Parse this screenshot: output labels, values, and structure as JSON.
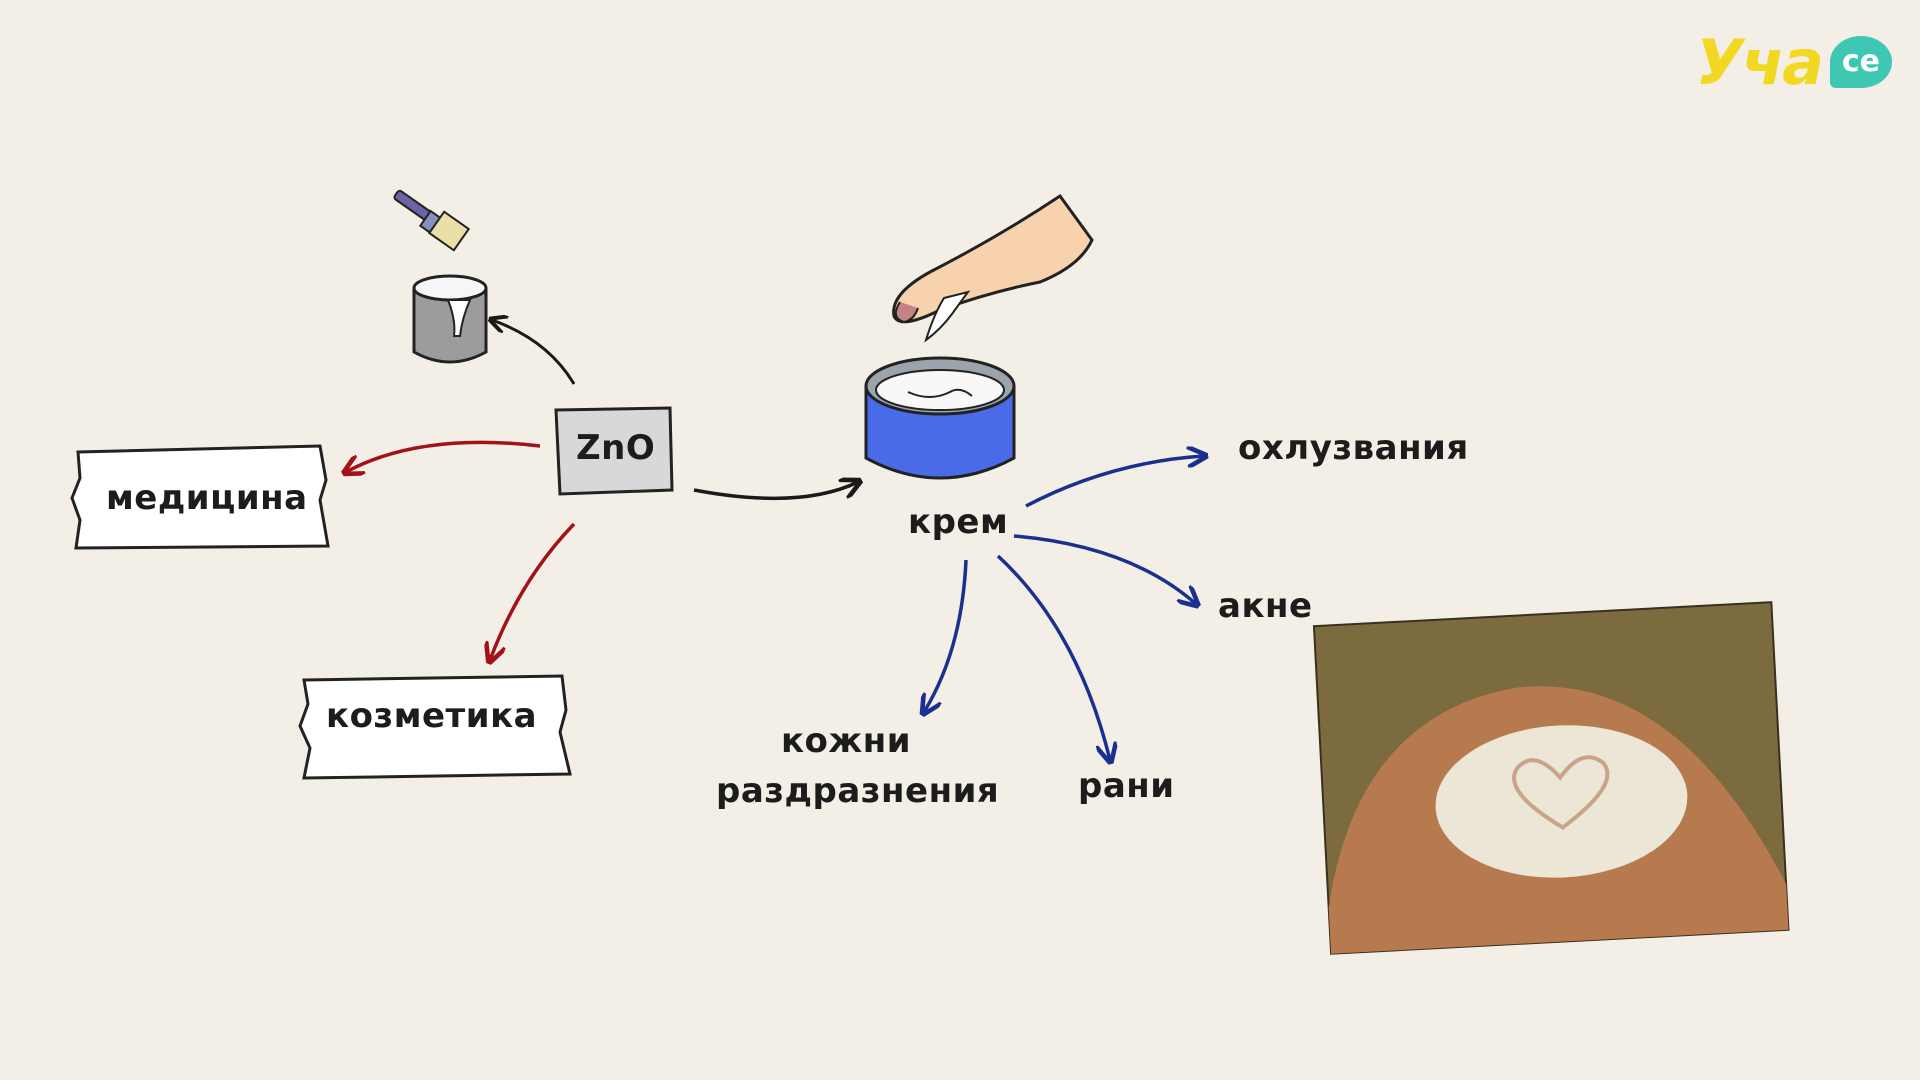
{
  "brand": {
    "logo_main": "Уча",
    "logo_suffix": "се"
  },
  "center_node": {
    "label": "ZnO"
  },
  "zno_branches": {
    "medicine": "медицина",
    "cosmetics": "козметика"
  },
  "cream_node": {
    "label": "крем"
  },
  "cream_uses": {
    "chafing": "охлузвания",
    "acne": "акне",
    "skin_irritations": "кожни\nраздразнения",
    "wounds": "рани"
  },
  "colors": {
    "red_arrow": "#a3111b",
    "blue_arrow": "#1b2f8f",
    "black_arrow": "#1a1a1a",
    "cream_jar": "#4a6be8"
  }
}
